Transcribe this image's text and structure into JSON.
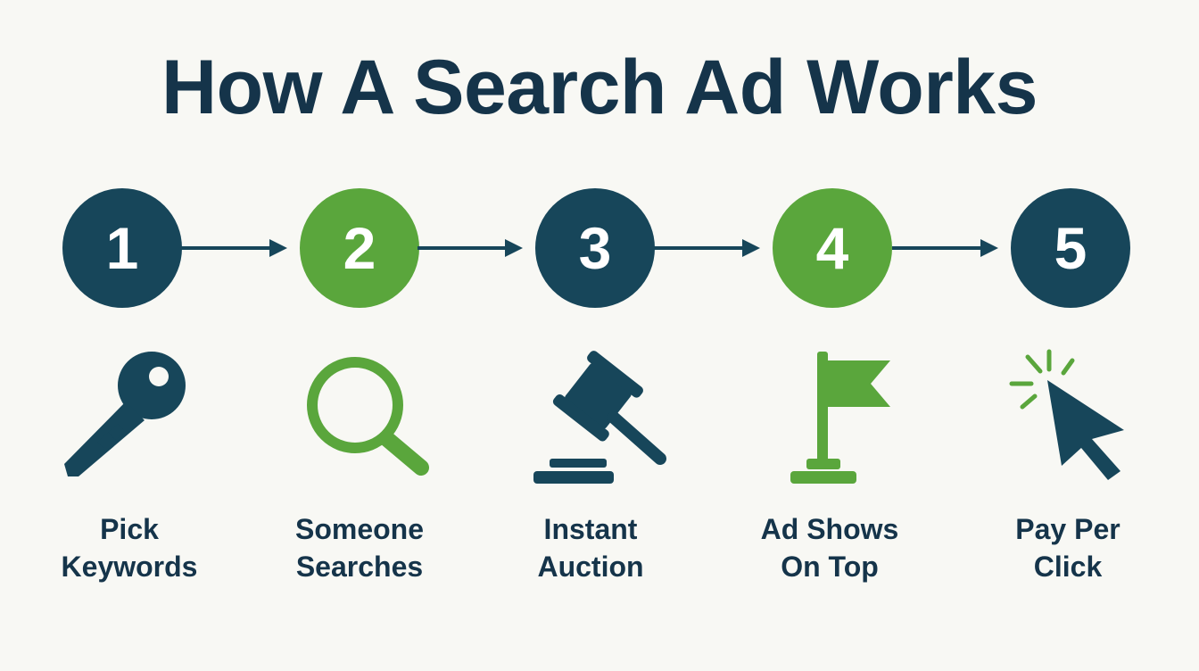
{
  "title": "How A Search Ad Works",
  "steps": [
    {
      "number": "1",
      "label_line1": "Pick",
      "label_line2": "Keywords",
      "color": "#17465a",
      "icon": "key-icon"
    },
    {
      "number": "2",
      "label_line1": "Someone",
      "label_line2": "Searches",
      "color": "#5aa63c",
      "icon": "search-icon"
    },
    {
      "number": "3",
      "label_line1": "Instant",
      "label_line2": "Auction",
      "color": "#17465a",
      "icon": "gavel-icon"
    },
    {
      "number": "4",
      "label_line1": "Ad Shows",
      "label_line2": "On Top",
      "color": "#5aa63c",
      "icon": "flag-icon"
    },
    {
      "number": "5",
      "label_line1": "Pay Per",
      "label_line2": "Click",
      "color": "#17465a",
      "icon": "cursor-click-icon"
    }
  ],
  "colors": {
    "navy": "#17465a",
    "green": "#5aa63c",
    "title": "#15344a",
    "background": "#f8f8f4"
  }
}
